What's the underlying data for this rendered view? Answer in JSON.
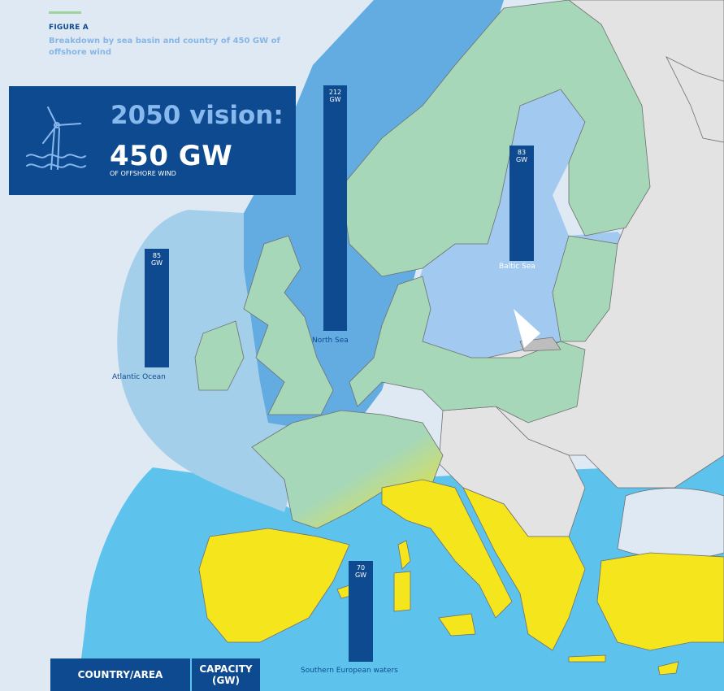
{
  "figure": {
    "label": "FIGURE A",
    "subtitle": "Breakdown by sea basin and country of 450 GW of offshore wind"
  },
  "vision": {
    "title": "2050 vision:",
    "value": "450 GW",
    "caption": "OF OFFSHORE WIND",
    "icon": "wind-turbine-icon"
  },
  "basins": [
    {
      "name": "North Sea",
      "capacity_gw": 212,
      "value_label": "212\nGW"
    },
    {
      "name": "Baltic Sea",
      "capacity_gw": 83,
      "value_label": "83\nGW"
    },
    {
      "name": "Atlantic Ocean",
      "capacity_gw": 85,
      "value_label": "85\nGW"
    },
    {
      "name": "Southern European waters",
      "capacity_gw": 70,
      "value_label": "70\nGW"
    }
  ],
  "table": {
    "col_country": "COUNTRY/AREA",
    "col_capacity": "CAPACITY\n(GW)"
  },
  "colors": {
    "bar": "#0e4a8f",
    "north_sea": "#63ace2",
    "atlantic": "#a4cfea",
    "baltic": "#a2caf0",
    "southern_waters": "#5ec3ec",
    "northern_countries": "#a6d7b8",
    "southern_countries": "#f5e51d",
    "other_land": "#e3e3e3"
  }
}
